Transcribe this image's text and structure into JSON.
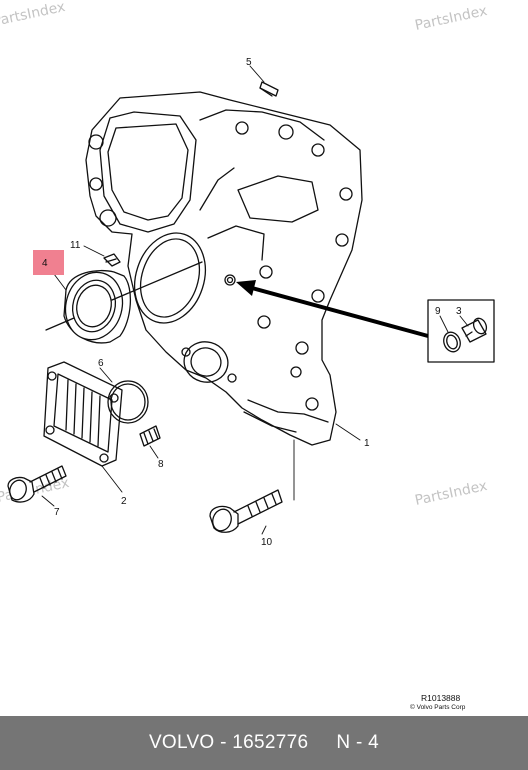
{
  "watermark": "PartsIndex",
  "callouts": [
    {
      "id": "c1",
      "text": "1"
    },
    {
      "id": "c2",
      "text": "2"
    },
    {
      "id": "c3",
      "text": "3"
    },
    {
      "id": "c4",
      "text": "4"
    },
    {
      "id": "c5",
      "text": "5"
    },
    {
      "id": "c6",
      "text": "6"
    },
    {
      "id": "c7",
      "text": "7"
    },
    {
      "id": "c8",
      "text": "8"
    },
    {
      "id": "c9",
      "text": "9"
    },
    {
      "id": "c10",
      "text": "10"
    },
    {
      "id": "c11",
      "text": "11"
    }
  ],
  "highlighted_callout": "4",
  "highlight_color": "#f08090",
  "reference": {
    "code": "R1013888",
    "copyright": "© Volvo Parts Corp"
  },
  "footer": {
    "part": "VOLVO - 1652776",
    "section": "N - 4"
  },
  "colors": {
    "footer_bg": "#757575",
    "footer_text": "#ffffff",
    "arrow": "#000000"
  }
}
